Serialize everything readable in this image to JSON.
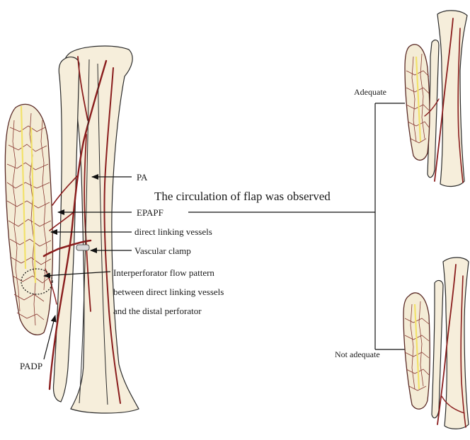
{
  "labels": {
    "pa": "PA",
    "epapf": "EPAPF",
    "direct_linking": "direct linking vessels",
    "vascular_clamp": "Vascular clamp",
    "interperforator_line1": "Interperforator flow pattern",
    "interperforator_line2": "between direct linking vessels",
    "interperforator_line3": "and the distal perforator",
    "padp": "PADP",
    "circulation": "The circulation of flap was observed",
    "adequate": "Adequate",
    "not_adequate": "Not adequate"
  },
  "colors": {
    "vessel": "#8a1d1d",
    "bone": "#f6eedb",
    "flap_network": "#8a3a33",
    "flap_highlight": "#f2e26a"
  }
}
